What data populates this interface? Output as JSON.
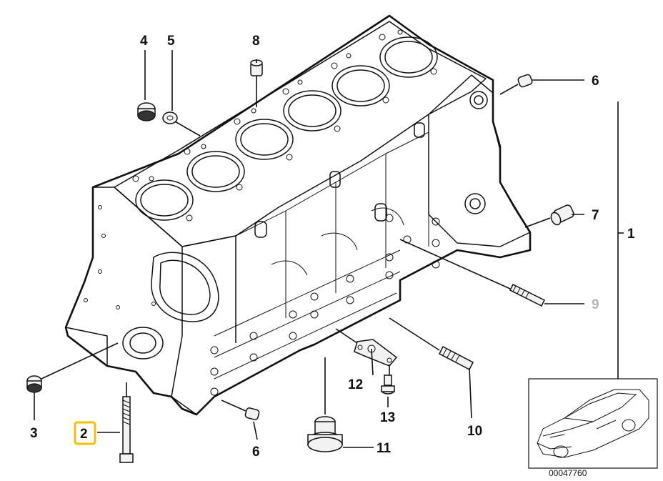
{
  "callouts": {
    "c1": "1",
    "c2": "2",
    "c3": "3",
    "c4": "4",
    "c5": "5",
    "c6a": "6",
    "c6b": "6",
    "c7": "7",
    "c8": "8",
    "c9": "9",
    "c10": "10",
    "c11": "11",
    "c12": "12",
    "c13": "13"
  },
  "highlight_color": "#f2c200",
  "dim_color": "#b5b5b5",
  "inset": {
    "ref_number": "00047760"
  }
}
